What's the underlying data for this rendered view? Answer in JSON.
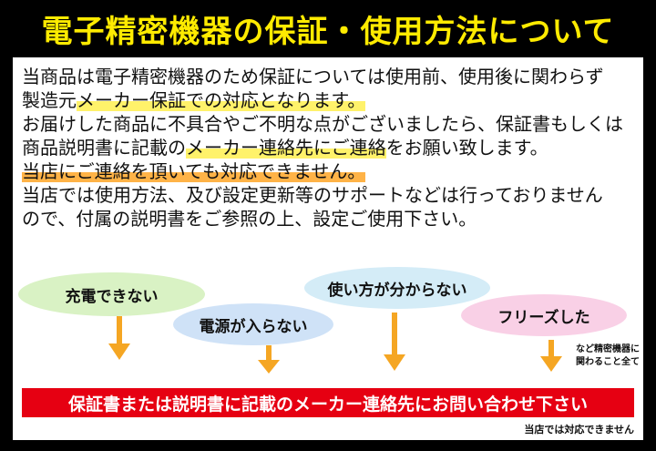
{
  "title": "電子精密機器の保証・使用方法について",
  "body": {
    "line1": "当商品は電子精密機器のため保証については使用前、使用後に関わらず",
    "line2_a": "製造元",
    "line2_b": "メーカー保証での対応となります。",
    "line3": "お届けした商品に不具合やご不明な点がございましたら、保証書もしくは",
    "line4_a": "商品説明書に記載の",
    "line4_b": "メーカー連絡先にご連絡",
    "line4_c": "をお願い致します。",
    "line5": "当店にご連絡を頂いても対応できません。",
    "line6": "当店では使用方法、及び設定更新等のサポートなどは行っておりません",
    "line7": "ので、付属の説明書をご参照の上、設定ご使用下さい。"
  },
  "bubbles": {
    "b1": "充電できない",
    "b2": "電源が入らない",
    "b3": "使い方が分からない",
    "b4": "フリーズした"
  },
  "note": {
    "line1": "など精密機器に",
    "line2": "関わること全て"
  },
  "banner": "保証書または説明書に記載のメーカー連絡先にお問い合わせ下さい",
  "footer": "当店では対応できません",
  "colors": {
    "title": "#ffeb00",
    "highlight_yellow": "#fff26a",
    "highlight_orange": "#ffb347",
    "banner": "#e60012",
    "bubble_green": "#d9f2c4",
    "bubble_blue": "#cfe2f7",
    "bubble_lightblue": "#d4ecf7",
    "bubble_pink": "#f9d0e6",
    "arrow": "#f5a623"
  }
}
